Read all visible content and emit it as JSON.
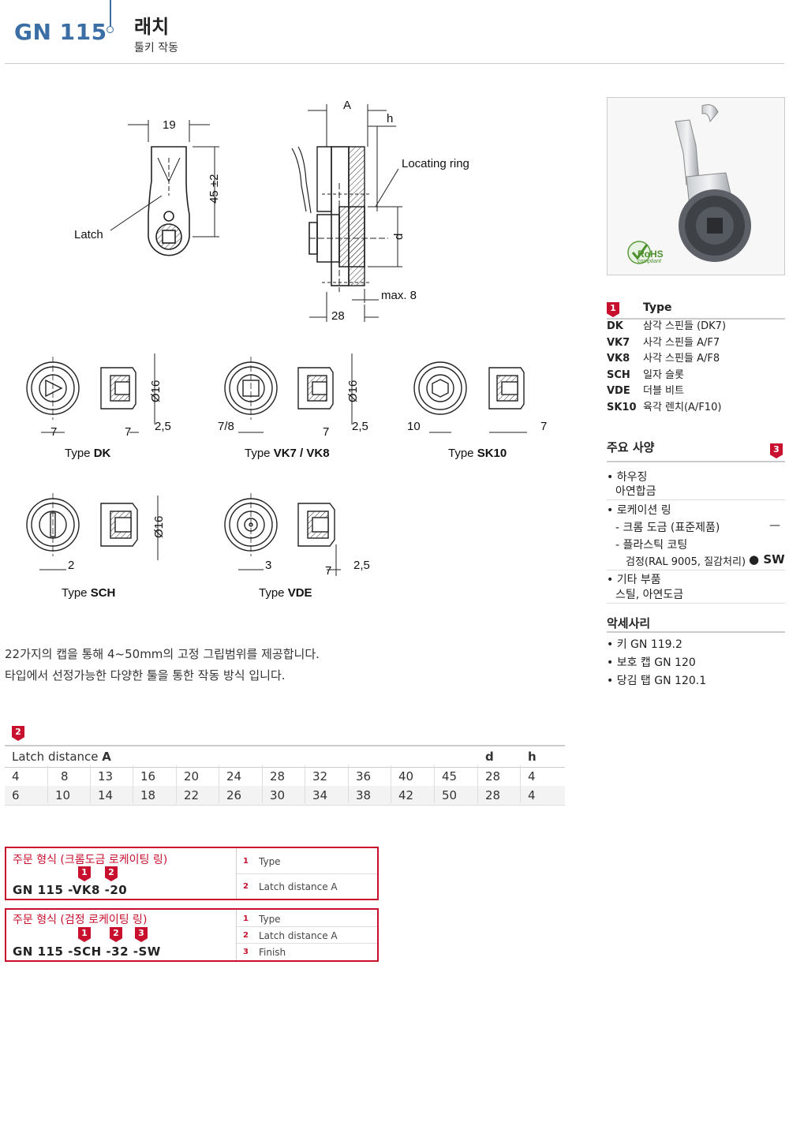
{
  "header": {
    "code": "GN 115",
    "title": "래치",
    "subtitle": "툴키 작동"
  },
  "drawing": {
    "dim_19": "19",
    "dim_45": "45 ±2",
    "latch": "Latch",
    "dim_A": "A",
    "dim_h": "h",
    "locating_ring": "Locating ring",
    "dim_d": "d",
    "max8": "max. 8",
    "dim_28": "28",
    "dia16": "Ø16",
    "dk_w": "7",
    "dk_w2": "7",
    "dk_t": "2,5",
    "vk_w": "7/8",
    "vk_w2": "7",
    "vk_t": "2,5",
    "sk_w": "10",
    "sk_w2": "7",
    "sch_w": "2",
    "vde_w": "3",
    "vde_w2": "7",
    "vde_t": "2,5",
    "type_prefix": "Type",
    "dk_label": "DK",
    "vk_label": "VK7 / VK8",
    "sk_label": "SK10",
    "sch_label": "SCH",
    "vde_label": "VDE"
  },
  "photo": {
    "rohs": "RoHS",
    "compliant": "compliant"
  },
  "types": {
    "badge": "1",
    "heading": "Type",
    "rows": [
      {
        "key": "DK",
        "desc": "삼각 스핀들 (DK7)"
      },
      {
        "key": "VK7",
        "desc": "사각 스핀들 A/F7"
      },
      {
        "key": "VK8",
        "desc": "사각 스핀들 A/F8"
      },
      {
        "key": "SCH",
        "desc": "일자 슬롯"
      },
      {
        "key": "VDE",
        "desc": "더블 비트"
      },
      {
        "key": "SK10",
        "desc": "육각 렌치(A/F10)"
      }
    ]
  },
  "specs": {
    "heading": "주요 사양",
    "badge": "3",
    "housing": "하우징",
    "housing_mat": "아연합금",
    "ring": "로케이션 링",
    "ring_chrome": "- 크롬 도금 (표준제품)",
    "ring_chrome_code": "—",
    "ring_plastic": "- 플라스틱 코팅",
    "ring_plastic_detail": "검정(RAL 9005, 질감처리)",
    "ring_plastic_code": "SW",
    "other": "기타 부품",
    "other_mat": "스틸, 아연도금"
  },
  "accessories": {
    "heading": "악세사리",
    "items": [
      "키 GN 119.2",
      "보호 캡 GN 120",
      "당김 탭 GN 120.1"
    ]
  },
  "intro": {
    "line1": "22가지의 캡을 통해 4~50mm의 고정 그립범위를 제공합니다.",
    "line2": "타입에서 선정가능한 다양한 툴을 통한 작동 방식 입니다."
  },
  "table": {
    "badge": "2",
    "header_a_prefix": "Latch distance ",
    "header_a_bold": "A",
    "header_d": "d",
    "header_h": "h",
    "rows": [
      [
        "4",
        "8",
        "13",
        "16",
        "20",
        "24",
        "28",
        "32",
        "36",
        "40",
        "45",
        "28",
        "4"
      ],
      [
        "6",
        "10",
        "14",
        "18",
        "22",
        "26",
        "30",
        "34",
        "38",
        "42",
        "50",
        "28",
        "4"
      ]
    ]
  },
  "order1": {
    "label": "주문 형식 (크롬도금 로케이팅 링)",
    "code": "GN  115 -VK8 -20",
    "badges": [
      "1",
      "2"
    ],
    "legend": [
      {
        "n": "1",
        "t": "Type"
      },
      {
        "n": "2",
        "t": "Latch distance A"
      }
    ]
  },
  "order2": {
    "label": "주문 형식 (검정 로케이팅 링)",
    "code": "GN  115 -SCH  -32 -SW",
    "badges": [
      "1",
      "2",
      "3"
    ],
    "legend": [
      {
        "n": "1",
        "t": "Type"
      },
      {
        "n": "2",
        "t": "Latch distance A"
      },
      {
        "n": "3",
        "t": "Finish"
      }
    ]
  }
}
